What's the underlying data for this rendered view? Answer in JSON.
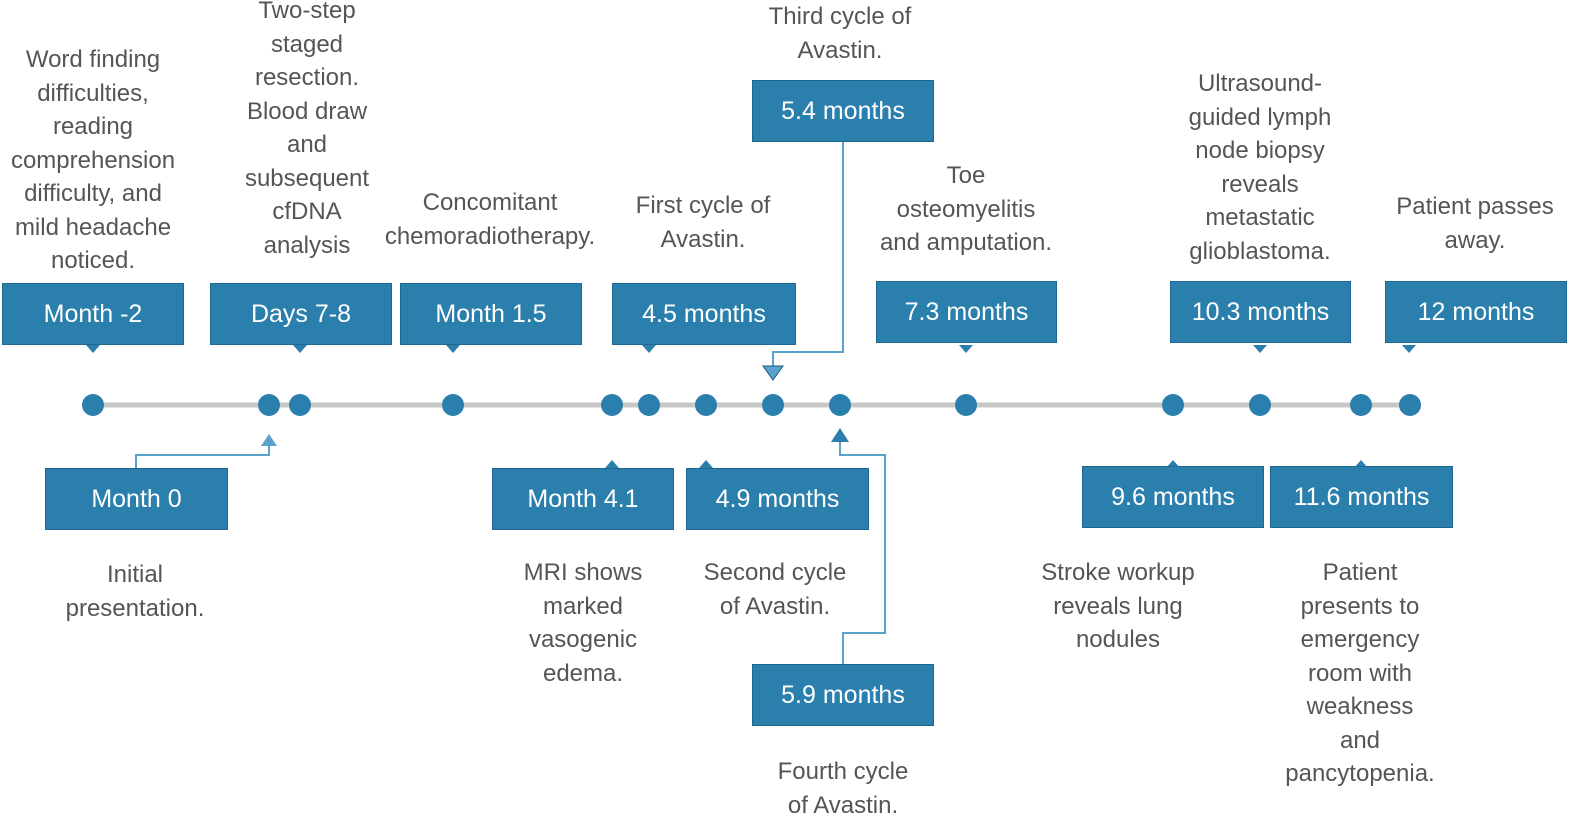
{
  "colors": {
    "box_fill": "#2b7fad",
    "box_border": "#1f6690",
    "dot": "#2b7fad",
    "axis": "#c8c8c8",
    "connector": "#5aa2cc",
    "text": "#555555"
  },
  "events": [
    {
      "label": "Month -2",
      "description": "Word finding\ndifficulties,\nreading\ncomprehension\ndifficulty, and\nmild headache\nnoticed."
    },
    {
      "label": "Month 0",
      "description": "Initial\npresentation."
    },
    {
      "label": "Days 7-8",
      "description": "Two-step\nstaged\nresection.\nBlood draw\nand\nsubsequent\ncfDNA\nanalysis"
    },
    {
      "label": "Month 1.5",
      "description": "Concomitant\nchemoradiotherapy."
    },
    {
      "label": "Month 4.1",
      "description": "MRI shows\nmarked\nvasogenic\nedema."
    },
    {
      "label": "4.5 months",
      "description": "First cycle of\nAvastin."
    },
    {
      "label": "4.9 months",
      "description": "Second cycle\nof Avastin."
    },
    {
      "label": "5.4 months",
      "description": "Third cycle of\nAvastin."
    },
    {
      "label": "5.9 months",
      "description": "Fourth cycle\nof Avastin."
    },
    {
      "label": "7.3 months",
      "description": "Toe\nosteomyelitis\nand amputation."
    },
    {
      "label": "9.6 months",
      "description": "Stroke workup\nreveals lung\nnodules"
    },
    {
      "label": "10.3 months",
      "description": "Ultrasound-\nguided lymph\nnode biopsy\nreveals\nmetastatic\nglioblastoma."
    },
    {
      "label": "11.6 months",
      "description": "Patient\npresents to\nemergency\nroom with\nweakness\nand\npancytopenia."
    },
    {
      "label": "12 months",
      "description": "Patient passes\naway."
    }
  ]
}
